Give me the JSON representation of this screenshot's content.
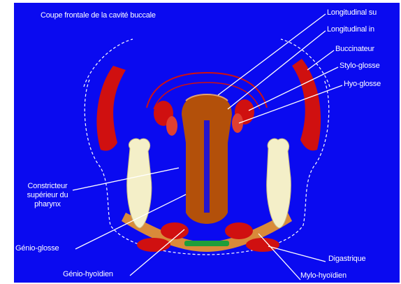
{
  "diagram": {
    "title": "Coupe frontale de la cavité buccale",
    "labels": {
      "longitudinal_superieur": "Longitudinal su",
      "longitudinal_inferieur": "Longitudinal in",
      "buccinateur": "Buccinateur",
      "stylo_glosse": "Stylo-glosse",
      "hyo_glosse": "Hyo-glosse",
      "constricteur": "Constricteur supérieur du pharynx",
      "genio_glosse": "Génio-glosse",
      "genio_hyoidien": "Génio-hyoïdien",
      "digastrique": "Digastrique",
      "mylo_hyoidien": "Mylo-hyoïdien"
    },
    "colors": {
      "background": "#0a0af0",
      "tongue": "#b3500a",
      "muscle": "#d01010",
      "bone": "#d98a3a",
      "teeth": "#f4efc8",
      "raphe": "#1e9e3a",
      "outline": "#ffffff"
    }
  }
}
